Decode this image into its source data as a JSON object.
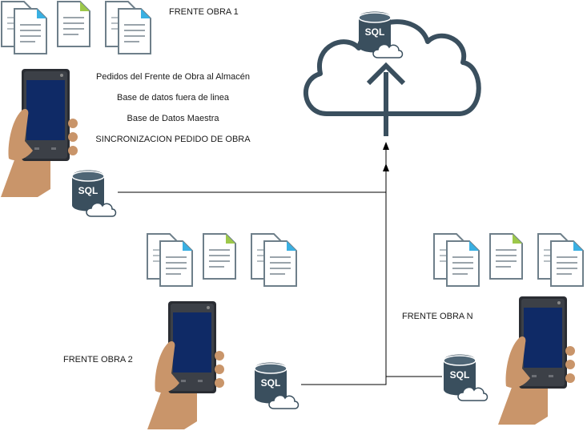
{
  "fronts": {
    "f1": {
      "label": "FRENTE OBRA 1"
    },
    "f2": {
      "label": "FRENTE OBRA 2"
    },
    "fn": {
      "label": "FRENTE OBRA N"
    }
  },
  "legend": {
    "pedidos": "Pedidos del Frente de Obra al Almacén",
    "offline_db": "Base de datos fuera de linea",
    "master_db": "Base de Datos Maestra",
    "sync": "SINCRONIZACION PEDIDO DE OBRA"
  },
  "sql": {
    "label": "SQL"
  },
  "icons": {
    "cloud": "cloud-icon",
    "database": "sql-database-icon",
    "phone": "hand-phone-icon",
    "documents": "documents-icon"
  },
  "colors": {
    "slate": "#3a4f5e",
    "doc_blue": "#3ab0e2",
    "doc_green": "#9dc84a",
    "doc_gray": "#6e7f8a",
    "skin": "#c9956a",
    "screen": "#0f2a66",
    "line": "#000000"
  }
}
